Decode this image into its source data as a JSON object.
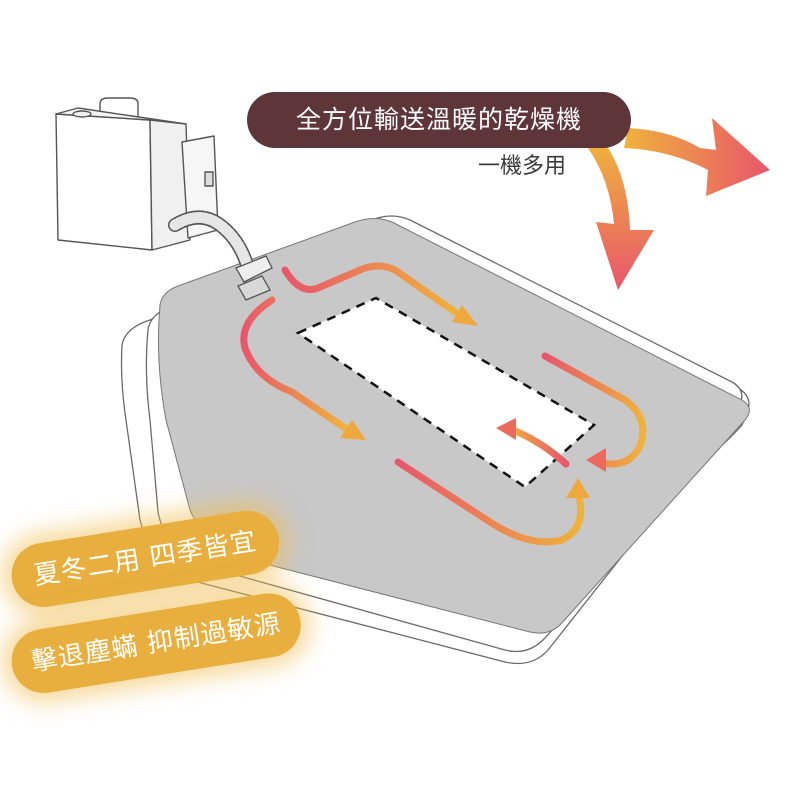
{
  "headline": "全方位輸送溫暖的乾燥機",
  "subheadline": "一機多用",
  "features": [
    "夏冬二用 四季皆宜",
    "擊退塵蟎 抑制過敏源"
  ],
  "colors": {
    "headline_bg": "#5e3538",
    "feature_bg": "#e8ae3e",
    "mat": "#c8c8c8",
    "airflow_start": "#e8566b",
    "airflow_end": "#f0b23c",
    "outline": "#555555"
  },
  "icons": [
    "dryer-machine-icon",
    "hose-icon",
    "airflow-arrow-icon",
    "mattress-icon"
  ]
}
